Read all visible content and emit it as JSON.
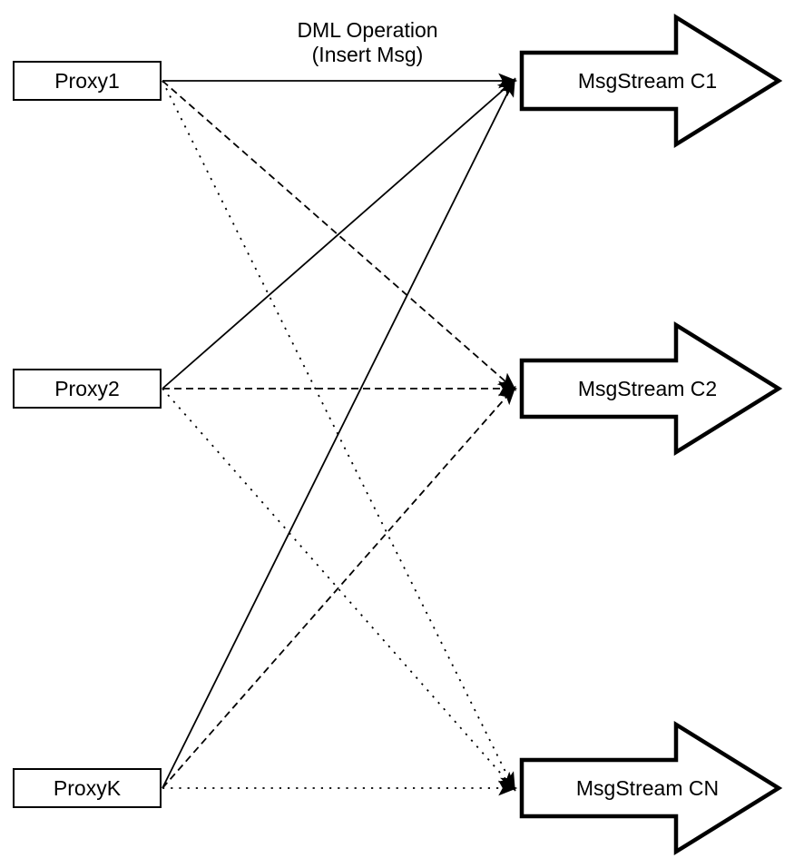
{
  "diagram": {
    "title_line1": "DML Operation",
    "title_line2": "(Insert Msg)",
    "proxies": [
      {
        "id": "proxy1",
        "label": "Proxy1"
      },
      {
        "id": "proxy2",
        "label": "Proxy2"
      },
      {
        "id": "proxyk",
        "label": "ProxyK"
      }
    ],
    "streams": [
      {
        "id": "c1",
        "label": "MsgStream C1"
      },
      {
        "id": "c2",
        "label": "MsgStream C2"
      },
      {
        "id": "cn",
        "label": "MsgStream CN"
      }
    ],
    "edges": [
      {
        "from": "proxy1",
        "to": "c1",
        "style": "solid"
      },
      {
        "from": "proxy2",
        "to": "c1",
        "style": "solid"
      },
      {
        "from": "proxyk",
        "to": "c1",
        "style": "solid"
      },
      {
        "from": "proxy1",
        "to": "c2",
        "style": "dashed"
      },
      {
        "from": "proxy2",
        "to": "c2",
        "style": "dashed"
      },
      {
        "from": "proxyk",
        "to": "c2",
        "style": "dashed"
      },
      {
        "from": "proxy1",
        "to": "cn",
        "style": "dotted"
      },
      {
        "from": "proxy2",
        "to": "cn",
        "style": "dotted"
      },
      {
        "from": "proxyk",
        "to": "cn",
        "style": "dotted"
      }
    ],
    "colors": {
      "stroke": "#000000",
      "fill": "#ffffff"
    }
  }
}
